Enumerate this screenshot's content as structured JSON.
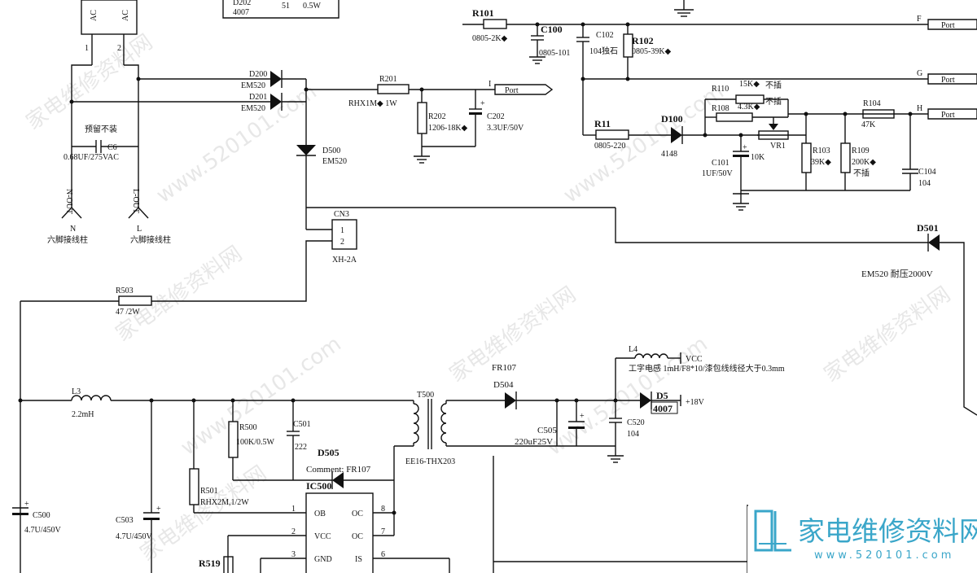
{
  "components": {
    "ac_box": {
      "pin1": "AC",
      "pin2": "AC",
      "num1": "1",
      "num2": "2"
    },
    "d202": {
      "ref": "D202",
      "value": "4007",
      "r_val": "51",
      "r_watt": "0.5W"
    },
    "r101": {
      "ref": "R101",
      "value": "0805-2K◆"
    },
    "c100": {
      "ref": "C100",
      "value": "0805-101"
    },
    "c102": {
      "ref": "C102",
      "value": "104独石"
    },
    "r102": {
      "ref": "R102",
      "value": "0805-39K◆"
    },
    "port_f": {
      "pin": "F",
      "label": "Port"
    },
    "port_g": {
      "pin": "G",
      "label": "Port"
    },
    "port_h": {
      "pin": "H",
      "label": "Port"
    },
    "port_i": {
      "pin": "I",
      "label": "Port"
    },
    "d200": {
      "ref": "D200",
      "value": "EM520"
    },
    "d201": {
      "ref": "D201",
      "value": "EM520"
    },
    "r201": {
      "ref": "R201",
      "value": "RHX1M◆ 1W"
    },
    "r202": {
      "ref": "R202",
      "value": "1206-18K◆"
    },
    "c202": {
      "ref": "C202",
      "value": "3.3UF/50V"
    },
    "c6": {
      "ref": "C6",
      "value": "0.68UF/275VAC",
      "note": "预留不装"
    },
    "n_out": {
      "label": "N-OUT",
      "term": "N",
      "desc": "六脚接线柱"
    },
    "l_out": {
      "label": "L-OUT",
      "term": "L",
      "desc": "六脚接线柱"
    },
    "d500": {
      "ref": "D500",
      "value": "EM520"
    },
    "r110": {
      "ref": "R110",
      "value": "15K◆",
      "note": "不插"
    },
    "r108": {
      "ref": "R108",
      "value": "4.3K◆",
      "note": "不插"
    },
    "r104": {
      "ref": "R104",
      "value": "47K"
    },
    "r11": {
      "ref": "R11",
      "value": "0805-220"
    },
    "d100": {
      "ref": "D100",
      "value": "4148"
    },
    "vr1": {
      "ref": "VR1",
      "value": "10K"
    },
    "c101": {
      "ref": "C101",
      "value": "1UF/50V"
    },
    "r103": {
      "ref": "R103",
      "value": "39K◆"
    },
    "r109": {
      "ref": "R109",
      "value": "200K◆",
      "note": "不插"
    },
    "c104": {
      "ref": "C104",
      "value": "104"
    },
    "cn3": {
      "ref": "CN3",
      "value": "XH-2A",
      "pin1": "1",
      "pin2": "2"
    },
    "d501": {
      "ref": "D501",
      "value": "EM520 耐压2000V"
    },
    "r503": {
      "ref": "R503",
      "value": "47  /2W"
    },
    "l3": {
      "ref": "L3",
      "value": "2.2mH"
    },
    "r500": {
      "ref": "R500",
      "value": "100K/0.5W"
    },
    "c501": {
      "ref": "C501",
      "value": "222"
    },
    "t500": {
      "ref": "T500",
      "value": "EE16-THX203"
    },
    "fr107": {
      "ref": "FR107",
      "ref2": "D504"
    },
    "d505": {
      "ref": "D505",
      "comment": "Comment: FR107"
    },
    "c505": {
      "ref": "C505",
      "value": "220uF25V"
    },
    "c520": {
      "ref": "C520",
      "value": "104"
    },
    "d5": {
      "ref": "D5",
      "value": "4007",
      "rail": "+18V"
    },
    "l4": {
      "ref": "L4",
      "rail": "VCC",
      "note": "工字电感 1mH/F8*10/漆包线线径大于0.3mm"
    },
    "r501": {
      "ref": "R501",
      "value": "RHX2M,1/2W"
    },
    "c500": {
      "ref": "C500",
      "value": "4.7U/450V"
    },
    "c503": {
      "ref": "C503",
      "value": "4.7U/450V"
    },
    "ic500": {
      "ref": "IC500",
      "p1": "OB",
      "p2": "VCC",
      "p3": "GND",
      "p8": "OC",
      "p7": "OC",
      "p6": "IS",
      "n1": "1",
      "n2": "2",
      "n3": "3",
      "n8": "8",
      "n7": "7",
      "n6": "6"
    },
    "r519": {
      "ref": "R519"
    }
  },
  "watermarks": {
    "site": "家电维修资料网",
    "url": "www.520101.com"
  },
  "logo": {
    "title": "家电维修资料网",
    "url": "www.520101.com"
  },
  "colors": {
    "wire": "#111111",
    "watermark": "#bdbdbd",
    "logo": "#3aa6c9"
  }
}
